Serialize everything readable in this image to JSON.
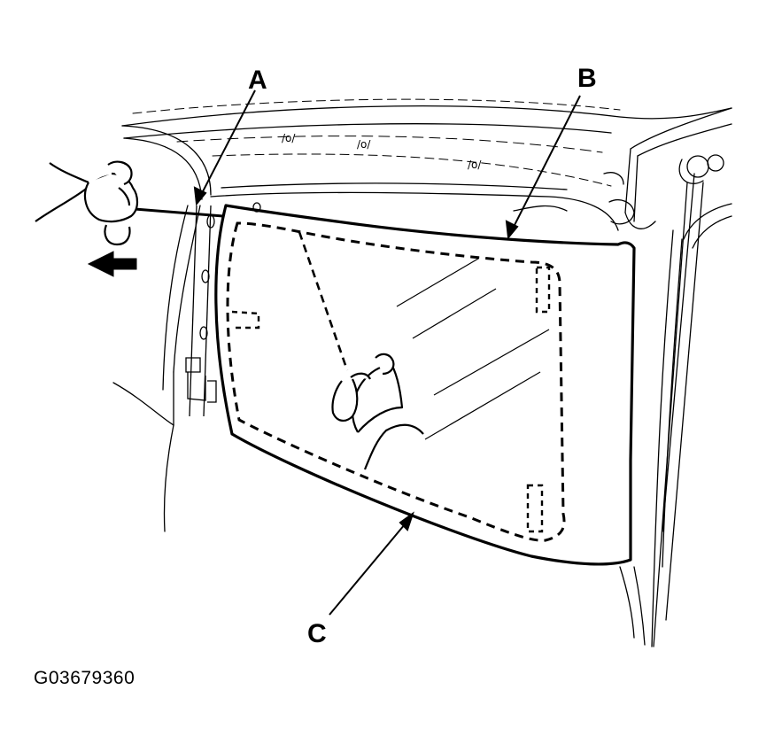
{
  "callouts": {
    "a": "A",
    "b": "B",
    "c": "C"
  },
  "figure_code": "G03679360",
  "colors": {
    "line": "#000000",
    "background": "#ffffff"
  },
  "icons": [
    "hand-icon",
    "pull-arrow-icon"
  ]
}
